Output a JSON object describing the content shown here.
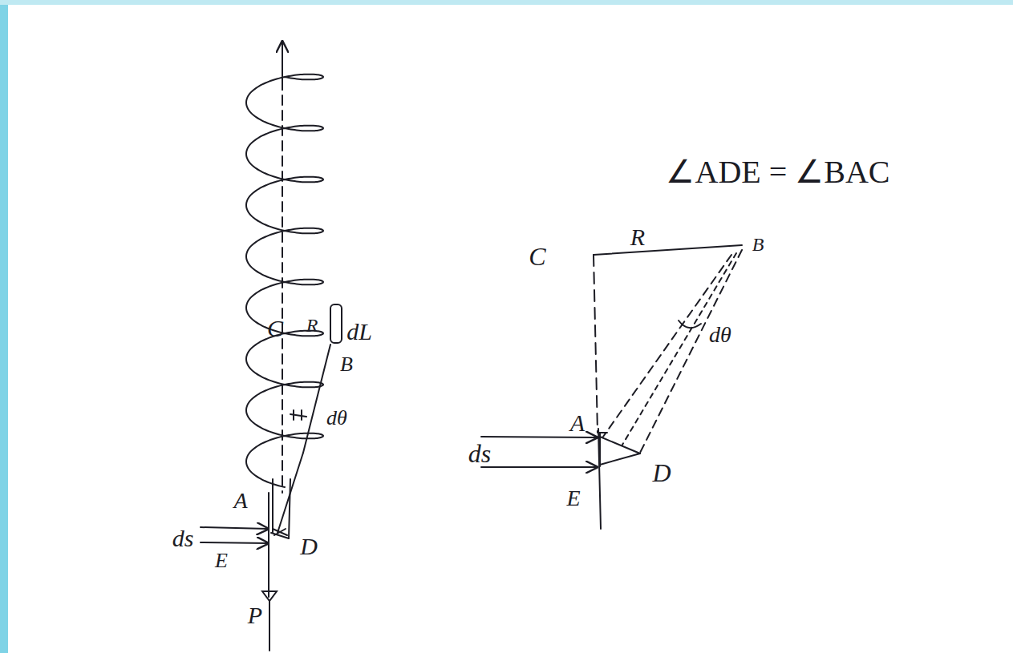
{
  "diagram": {
    "labels": [
      "∠ADE = ∠BAC",
      "C",
      "R",
      "dL",
      "B",
      "dθ",
      "A",
      "ds",
      "E",
      "D",
      "P",
      "C",
      "R",
      "B",
      "dθ",
      "A",
      "ds",
      "D",
      "E"
    ]
  }
}
